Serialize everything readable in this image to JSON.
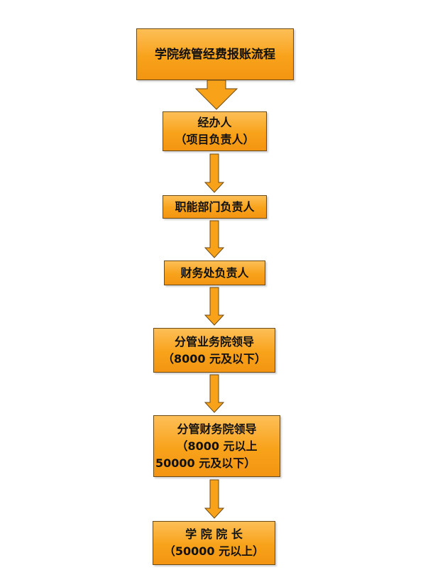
{
  "flowchart": {
    "title": "学院统管经费报账流程",
    "steps": [
      {
        "lines": [
          "经办人",
          "（项目负责人）"
        ]
      },
      {
        "lines": [
          "职能部门负责人"
        ]
      },
      {
        "lines": [
          "财务处负责人"
        ]
      },
      {
        "lines": [
          "分管业务院领导",
          "（8000 元及以下）"
        ]
      },
      {
        "lines": [
          "分管财务院领导",
          "（8000 元以上",
          "50000 元及以下）"
        ]
      },
      {
        "lines": [
          "学 院 院 长",
          "（50000 元以上）"
        ]
      }
    ]
  },
  "colors": {
    "box_fill": "#f8a21a",
    "box_border": "#6b4a16",
    "arrow_fill": "#f8a21a"
  }
}
